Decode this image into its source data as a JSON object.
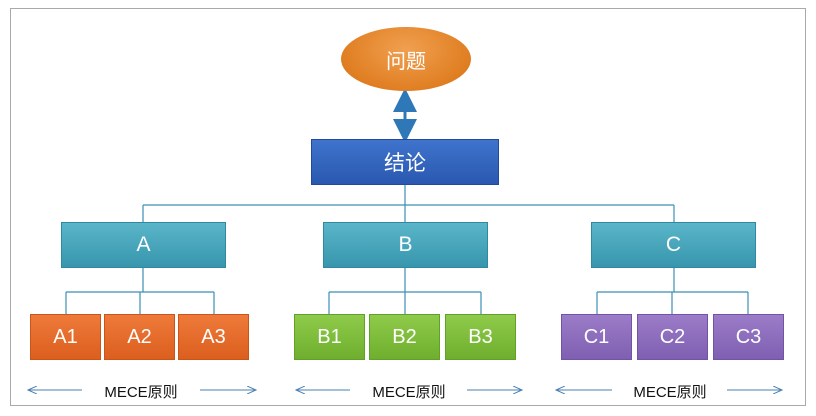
{
  "diagram": {
    "root": {
      "label": "问题"
    },
    "conclusion": {
      "label": "结论"
    },
    "groups": [
      {
        "label": "A",
        "children": [
          "A1",
          "A2",
          "A3"
        ]
      },
      {
        "label": "B",
        "children": [
          "B1",
          "B2",
          "B3"
        ]
      },
      {
        "label": "C",
        "children": [
          "C1",
          "C2",
          "C3"
        ]
      }
    ],
    "mece_labels": [
      "MECE原则",
      "MECE原则",
      "MECE原则"
    ]
  },
  "colors": {
    "root": "#e07e22",
    "conclusion": "#2f5fbf",
    "group": "#45a6bc",
    "leaf_a": "#e5692a",
    "leaf_b": "#7dbb3a",
    "leaf_c": "#8a6bbd",
    "connector": "#3b8fb3",
    "arrow": "#2f78b8"
  }
}
